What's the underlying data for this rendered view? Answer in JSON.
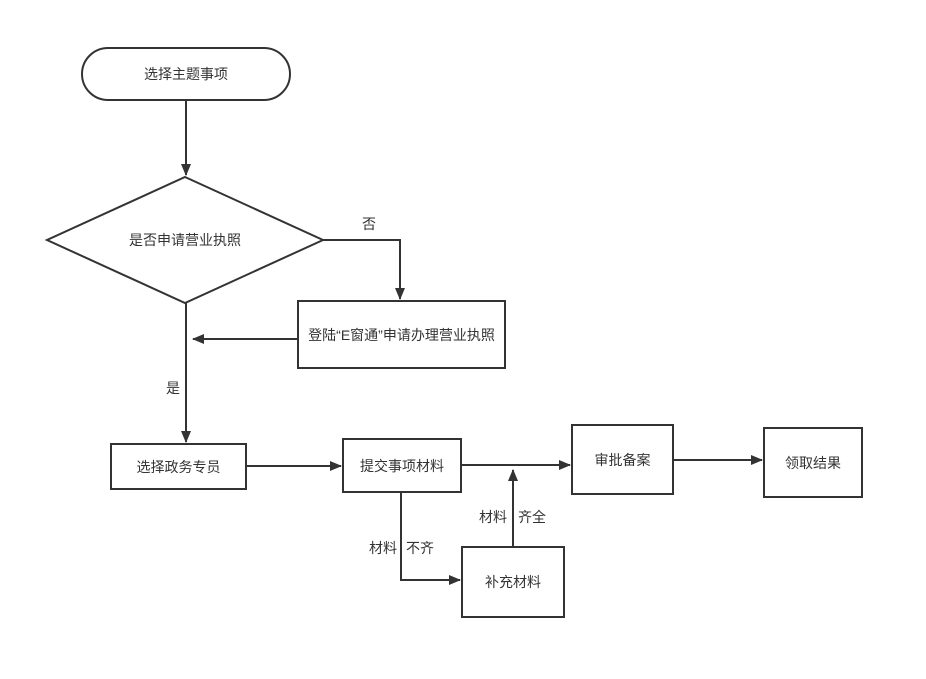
{
  "diagram": {
    "background_color": "#ffffff",
    "stroke_color": "#333333",
    "text_color": "#333333"
  },
  "nodes": {
    "start": {
      "label": "选择主题事项",
      "shape": "terminator"
    },
    "decision": {
      "label": "是否申请营业执照",
      "shape": "decision"
    },
    "ewindow": {
      "label": "登陆“E窗通”申请办理营业执照",
      "shape": "process"
    },
    "specialist": {
      "label": "选择政务专员",
      "shape": "process"
    },
    "submit": {
      "label": "提交事项材料",
      "shape": "process"
    },
    "approve": {
      "label": "审批备案",
      "shape": "process"
    },
    "result": {
      "label": "领取结果",
      "shape": "process"
    },
    "supplement": {
      "label": "补充材料",
      "shape": "process"
    }
  },
  "edge_labels": {
    "no": "否",
    "yes": "是",
    "incomplete": {
      "left": "材料",
      "right": "不齐"
    },
    "complete": {
      "left": "材料",
      "right": "齐全"
    }
  }
}
